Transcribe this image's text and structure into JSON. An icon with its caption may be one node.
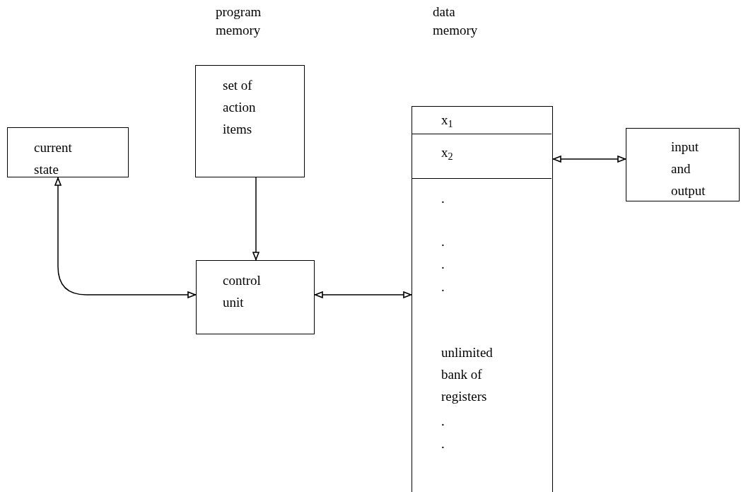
{
  "diagram": {
    "nodes": [
      {
        "text": [
          "current state"
        ]
      },
      {
        "text": [
          "set of action items"
        ]
      },
      {
        "text": [
          "control unit"
        ]
      },
      {
        "text": [],
        "shape": "box"
      },
      {
        "text": [
          "x$_{1}$"
        ],
        "in": 3
      },
      {
        "text": [
          "x$_{2}$"
        ],
        "in": 3
      },
      {
        "text": [
          ".",
          ".",
          ".",
          ".",
          "unlimited bank of registers",
          ".",
          "."
        ],
        "in": 3
      },
      {
        "text": [
          "input and output"
        ]
      }
    ],
    "edges": [
      {
        "from": 0,
        "to": 2,
        "arrow": "both"
      },
      {
        "from": 1,
        "to": 2,
        "arrow": "to"
      },
      {
        "from": 2,
        "to": 3,
        "arrow": "both"
      },
      {
        "from": 5,
        "to": 7,
        "arrow": "both"
      }
    ],
    "labels": [
      "program memory",
      "data memory"
    ]
  }
}
